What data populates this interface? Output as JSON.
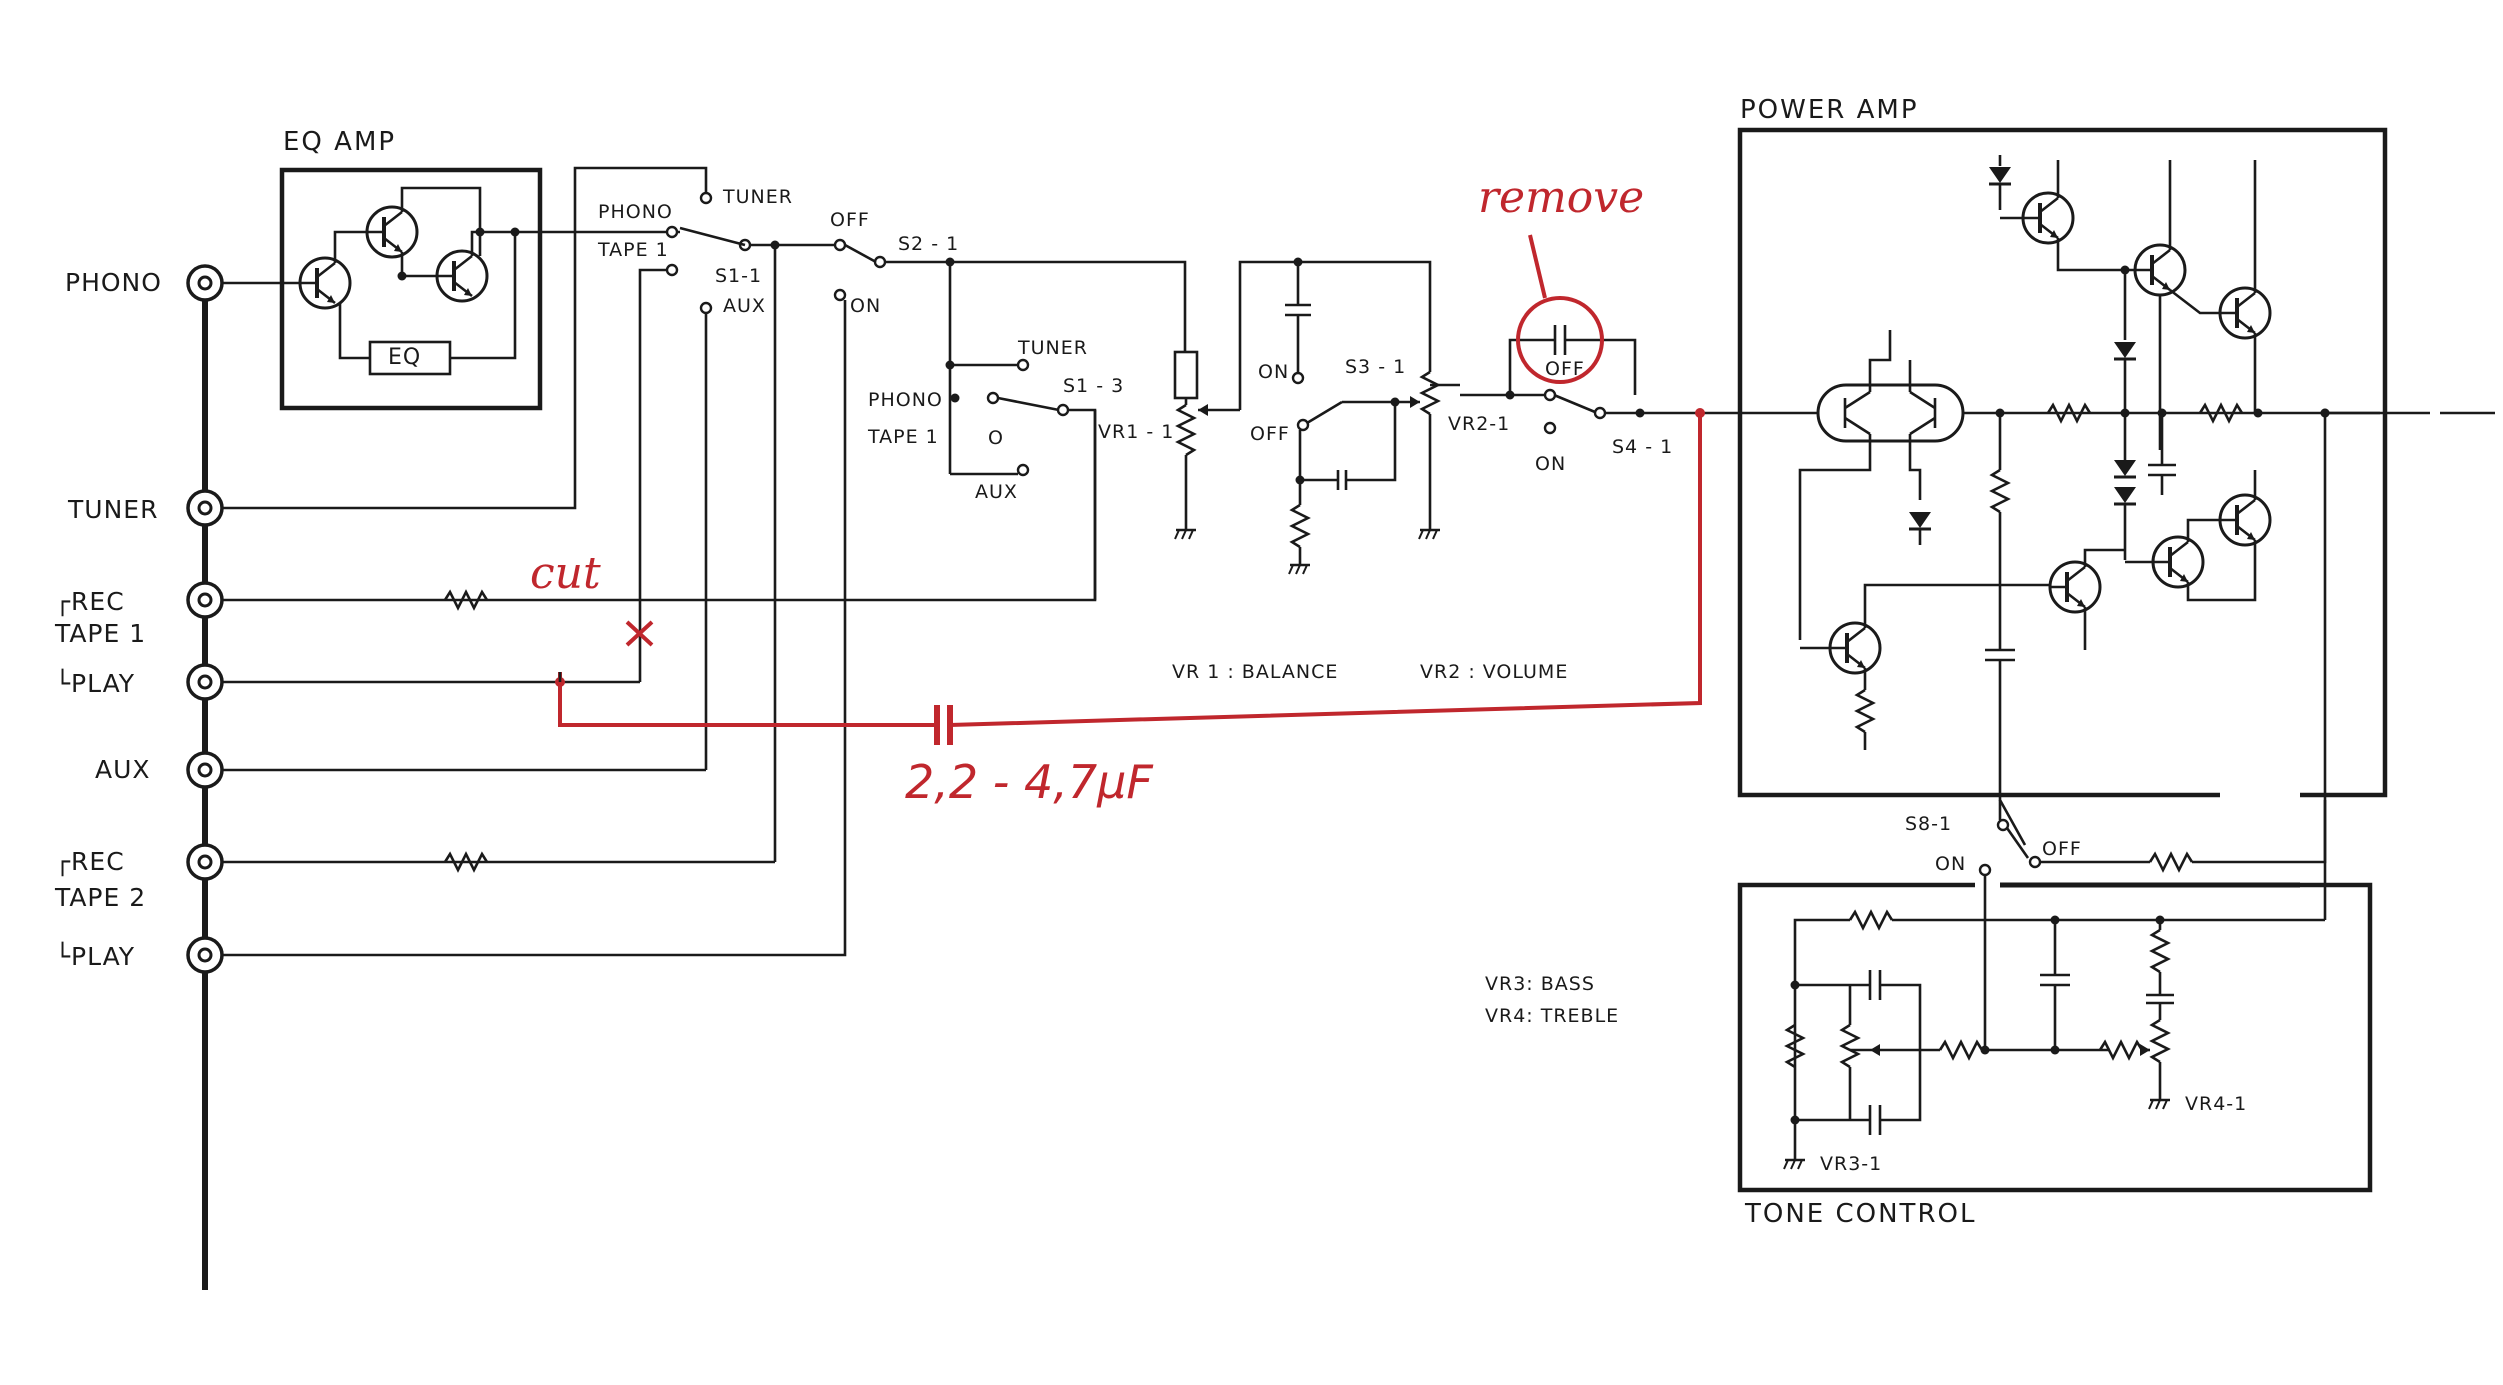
{
  "jacks": {
    "phono": "PHONO",
    "tuner": "TUNER",
    "tape1_rec": "┌REC",
    "tape1_name": "TAPE 1",
    "tape1_play": "└PLAY",
    "aux": "AUX",
    "tape2_rec": "┌REC",
    "tape2_name": "TAPE 2",
    "tape2_play": "└PLAY"
  },
  "blocks": {
    "eq_amp": "EQ AMP",
    "eq": "EQ",
    "power_amp": "POWER AMP",
    "tone_control": "TONE CONTROL"
  },
  "switch_s1_1": {
    "tuner": "TUNER",
    "phono": "PHONO",
    "tape1": "TAPE 1",
    "name": "S1-1",
    "aux": "AUX"
  },
  "switch_s2_1": {
    "off": "OFF",
    "name": "S2 - 1",
    "on": "ON"
  },
  "switch_s1_3": {
    "tuner": "TUNER",
    "phono": "PHONO",
    "tape1": "TAPE 1",
    "name": "S1 - 3",
    "aux": "AUX",
    "o": "O"
  },
  "controls": {
    "vr1_1": "VR1 - 1",
    "s3_1": "S3 - 1",
    "s3_on": "ON",
    "s3_off": "OFF",
    "vr2_1": "VR2-1",
    "s4_off": "OFF",
    "s4_on": "ON",
    "s4_1": "S4 - 1",
    "s8_1": "S8-1",
    "s8_on": "ON",
    "s8_off": "OFF",
    "vr3_1": "VR3-1",
    "vr4_1": "VR4-1"
  },
  "legend": {
    "vr1": "VR 1 : BALANCE",
    "vr2": "VR2 : VOLUME",
    "vr3": "VR3: BASS",
    "vr4": "VR4: TREBLE"
  },
  "annotations": {
    "remove": "remove",
    "cut": "cut",
    "capacitor_value": "2,2 - 4,7µF",
    "color": "#c0272d"
  }
}
